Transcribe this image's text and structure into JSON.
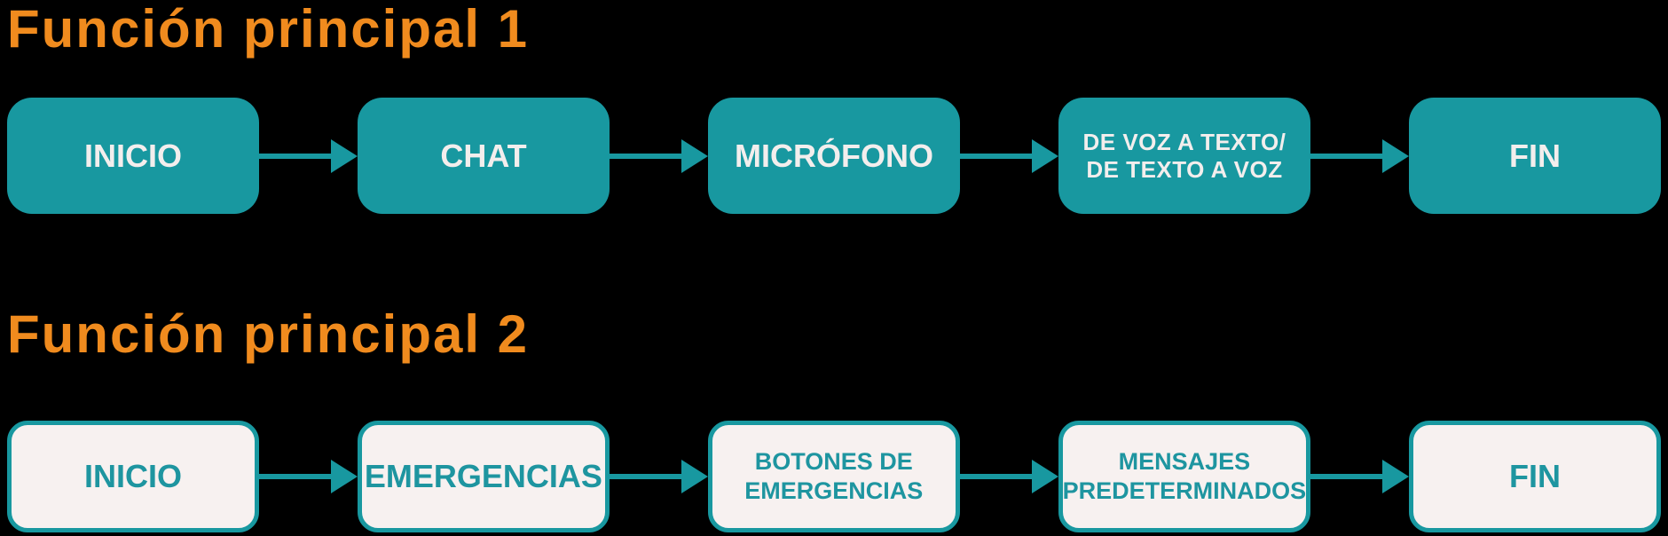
{
  "colors": {
    "background": "#000000",
    "teal": "#1898A0",
    "orange": "#F08B1E",
    "box_light_fill": "#F7F1F0",
    "box_light_text": "#1E95A0",
    "box_dark_text": "#F3EEED"
  },
  "sections": [
    {
      "heading": "Función principal 1",
      "box_style": "solid-teal",
      "nodes": [
        {
          "line1": "INICIO"
        },
        {
          "line1": "CHAT"
        },
        {
          "line1": "MICRÓFONO"
        },
        {
          "line1": "DE VOZ A TEXTO/",
          "line2": "DE TEXTO A VOZ"
        },
        {
          "line1": "FIN"
        }
      ]
    },
    {
      "heading": "Función principal 2",
      "box_style": "outline-light",
      "nodes": [
        {
          "line1": "INICIO"
        },
        {
          "line1": "EMERGENCIAS"
        },
        {
          "line1": "BOTONES DE",
          "line2": "EMERGENCIAS"
        },
        {
          "line1": "MENSAJES",
          "line2": "PREDETERMINADOS"
        },
        {
          "line1": "FIN"
        }
      ]
    }
  ]
}
